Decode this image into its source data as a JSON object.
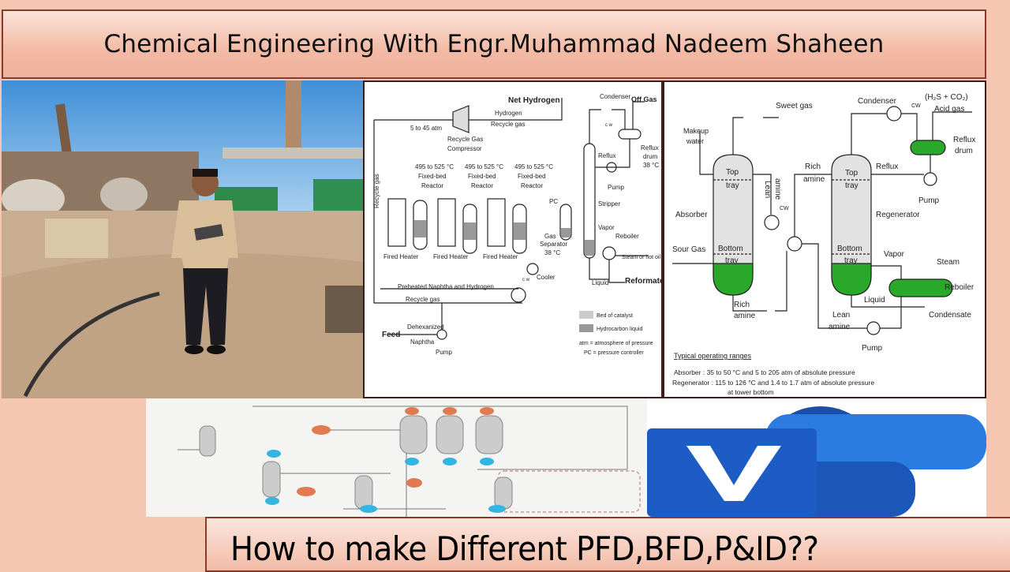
{
  "header": {
    "title": "Chemical Engineering With Engr.Muhammad Nadeem Shaheen"
  },
  "footer": {
    "headline": "How to make Different PFD,BFD,P&ID??"
  },
  "colors": {
    "background": "#f5c6b2",
    "banner_border": "#8a3a2a",
    "visio_blue": "#1e5fbf",
    "liquid_green": "#22aa22"
  },
  "reformer_pfd": {
    "labels": [
      "Net Hydrogen",
      "Hydrogen",
      "Recycle gas",
      "5 to 45 atm",
      "Recycle Gas",
      "Compressor",
      "495 to 525 °C",
      "Fixed-bed",
      "Reactor",
      "495 to 525 °C",
      "Fixed-bed",
      "Reactor",
      "495 to 525 °C",
      "Fixed-bed",
      "Reactor",
      "Fired Heater",
      "Fired Heater",
      "Fired Heater",
      "Condenser",
      "Off Gas",
      "c w",
      "Reflux",
      "Reflux",
      "drum",
      "38 °C",
      "Pump",
      "Stripper",
      "Vapor",
      "Reboiler",
      "Steam or hot oil",
      "PC",
      "Gas",
      "Separator",
      "38 °C",
      "c w",
      "Cooler",
      "Liquid",
      "Reformate",
      "Preheated Naphtha and Hydrogen",
      "Recycle gas",
      "Feed",
      "Dehexanized",
      "Naphtha",
      "Pump",
      "Recycle gas"
    ],
    "legend": [
      "Bed of catalyst",
      "Hydrocarbon liquid",
      "atm = atmosphere of pressure",
      "PC = pressure controller"
    ]
  },
  "amine_pfd": {
    "labels": [
      "Sweet gas",
      "Makeup",
      "water",
      "Top",
      "tray",
      "Absorber",
      "Sour Gas",
      "Bottom",
      "tray",
      "Rich",
      "amine",
      "Lean",
      "amine",
      "CW",
      "Rich",
      "amine",
      "Condenser",
      "CW",
      "(H₂S + CO₂)",
      "Acid gas",
      "Reflux",
      "drum",
      "Reflux",
      "Top",
      "tray",
      "Pump",
      "Regenerator",
      "Bottom",
      "tray",
      "Vapor",
      "Steam",
      "Reboiler",
      "Liquid",
      "Condensate",
      "Lean",
      "amine",
      "Pump"
    ],
    "notes": {
      "heading": "Typical operating ranges",
      "absorber": "Absorber :  35 to 50 °C and 5 to 205 atm of absolute pressure",
      "regenerator": "Regenerator :  115 to 126 °C and 1.4  to 1.7 atm of absolute pressure",
      "regenerator_cont": "at tower bottom"
    }
  },
  "logo": {
    "name": "Visio",
    "letter": "V"
  }
}
